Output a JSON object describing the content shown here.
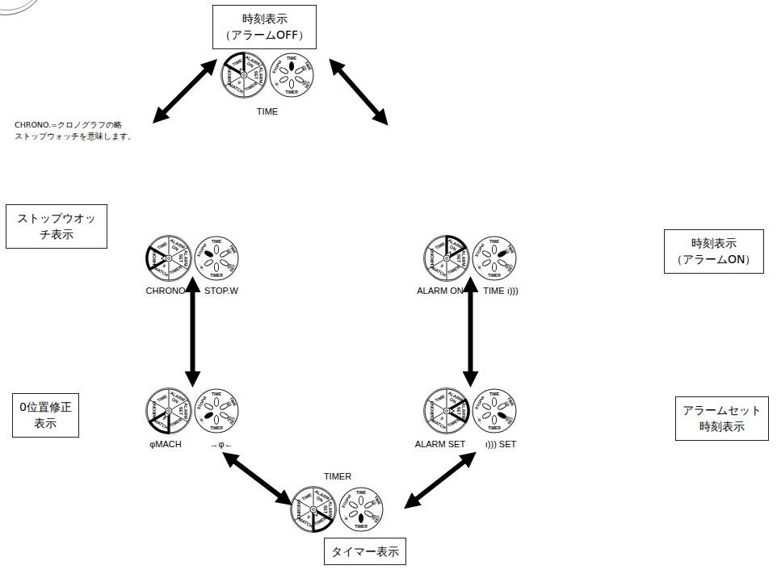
{
  "diagram": {
    "nodes": [
      {
        "text": [
          "時刻表示 （アラームOFF）"
        ]
      },
      {
        "text": [
          "ストップウオッチ表示"
        ]
      },
      {
        "text": [
          "時刻表示 （アラームON）"
        ]
      },
      {
        "text": [
          "0位置修正 表示"
        ]
      },
      {
        "text": [
          "アラームセット 時刻表示"
        ]
      },
      {
        "text": [
          "タイマー表示"
        ]
      }
    ],
    "edges": [
      {
        "from": 0,
        "to": 1,
        "arrow": "both"
      },
      {
        "from": 0,
        "to": 2,
        "arrow": "both"
      },
      {
        "from": 1,
        "to": 3,
        "arrow": "both"
      },
      {
        "from": 2,
        "to": 4,
        "arrow": "both"
      },
      {
        "from": 3,
        "to": 5,
        "arrow": "both"
      },
      {
        "from": 4,
        "to": 5,
        "arrow": "both"
      }
    ],
    "labels": [
      "TIME",
      "ALARM ON",
      "ALARM SET",
      "TIMER",
      "MATCH",
      "0",
      "CHRONO",
      "TIME",
      "TIME ı)))",
      "ı))) SET",
      "TIMER",
      "→φ←",
      "STOPW",
      "TIME",
      "TIME",
      "ALARM ON",
      "ALARM SET",
      "TIMER",
      "MATCH",
      "0",
      "CHRONO",
      "TIME",
      "TIME ı)))",
      "ı))) SET",
      "TIMER",
      "→φ←",
      "STOPW",
      "CHRONO",
      "STOP.W",
      "TIME",
      "ALARM ON",
      "ALARM SET",
      "TIMER",
      "MATCH",
      "0",
      "CHRONO",
      "TIME",
      "TIME ı)))",
      "ı))) SET",
      "TIMER",
      "→φ←",
      "STOPW",
      "ALARM ON",
      "TIME ı)))",
      "TIME",
      "ALARM ON",
      "ALARM SET",
      "TIMER",
      "MATCH",
      "0",
      "CHRONO",
      "TIME",
      "TIME ı)))",
      "ı))) SET",
      "TIMER",
      "→φ←",
      "STOPW",
      "φMACH",
      "→φ←",
      "TIME",
      "ALARM ON",
      "ALARM SET",
      "TIMER",
      "MATCH",
      "0",
      "CHRONO",
      "TIME",
      "TIME ı)))",
      "ı))) SET",
      "TIMER",
      "→φ←",
      "STOPW",
      "ALARM SET",
      "ı))) SET",
      "TIME",
      "ALARM ON",
      "ALARM SET",
      "TIMER",
      "MATCH",
      "0",
      "CHRONO",
      "TIME",
      "TIME ı)))",
      "ı))) SET",
      "TIMER",
      "→φ←",
      "STOPW",
      "TIMER",
      "CHRONO.=クロノグラフの略",
      "ストップウォッチを意味します。"
    ]
  }
}
